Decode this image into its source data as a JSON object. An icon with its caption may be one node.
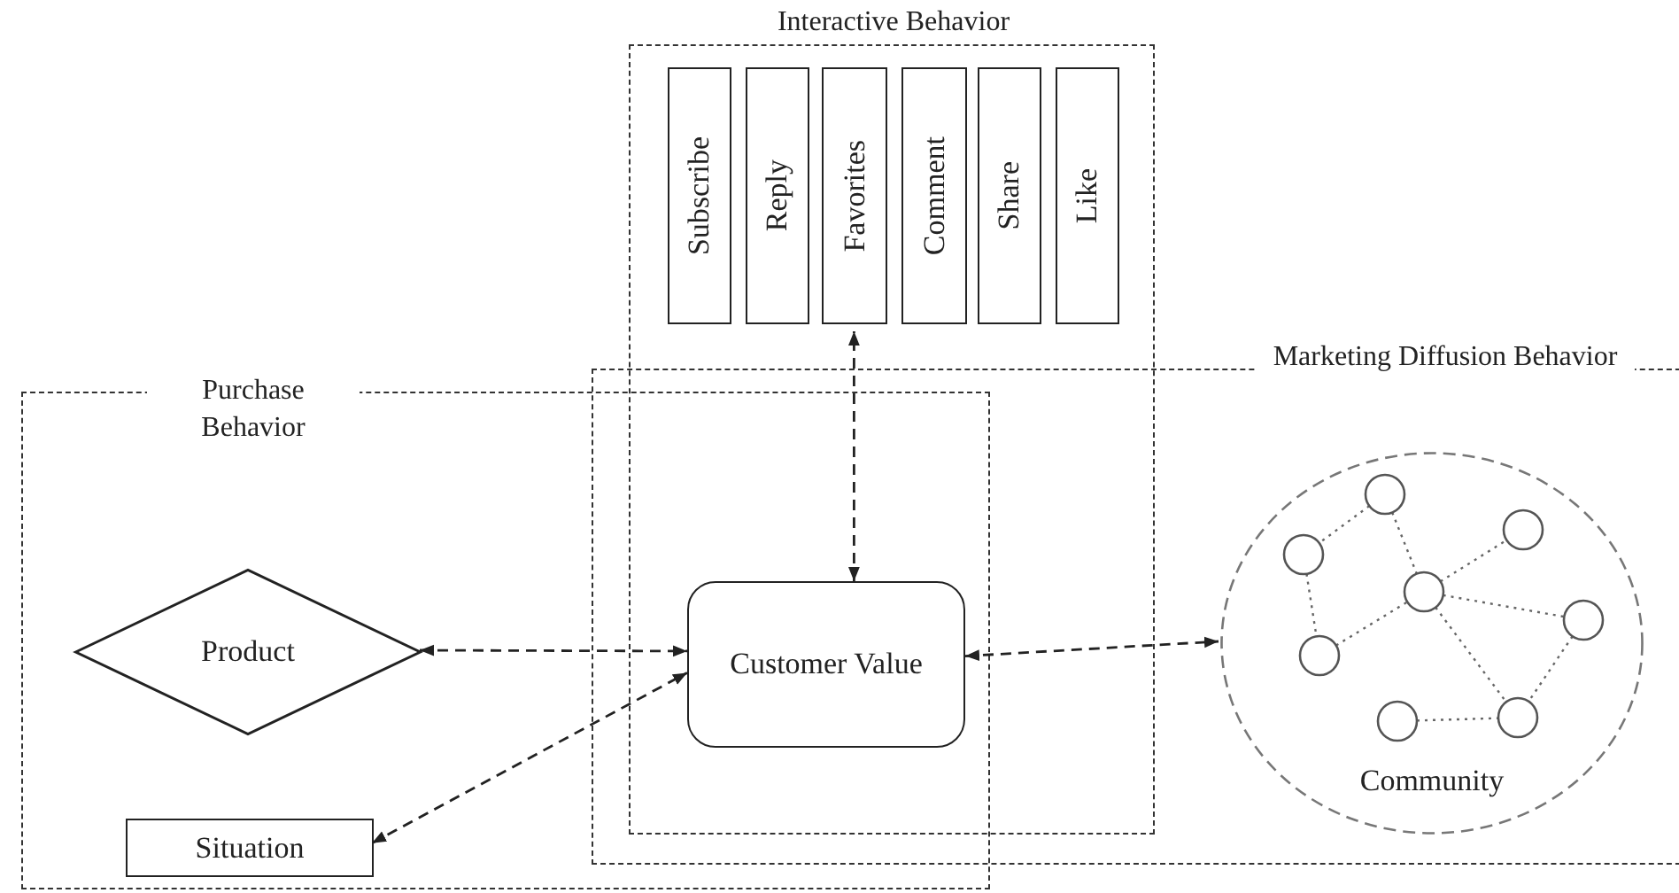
{
  "diagram": {
    "nodes": [
      {
        "text": [
          "Interactive Behavior"
        ]
      },
      {
        "text": [
          "Subscribe"
        ],
        "in": 0
      },
      {
        "text": [
          "Reply"
        ],
        "in": 0
      },
      {
        "text": [
          "Favorites"
        ],
        "in": 0
      },
      {
        "text": [
          "Comment"
        ],
        "in": 0
      },
      {
        "text": [
          "Share"
        ],
        "in": 0
      },
      {
        "text": [
          "Like"
        ],
        "in": 0
      },
      {
        "text": [
          "Purchase Behavior"
        ]
      },
      {
        "text": [
          "Marketing Diffusion Behavior"
        ]
      },
      {
        "text": [
          "Product"
        ],
        "in": 7
      },
      {
        "text": [
          "Customer Value"
        ]
      },
      {
        "text": [
          "Community"
        ],
        "in": 8
      },
      {
        "text": [
          "Situation"
        ],
        "in": 7
      }
    ],
    "edges": [
      {
        "from": 10,
        "to": 3,
        "arrow": "both",
        "style": "dashed"
      },
      {
        "from": 9,
        "to": 10,
        "arrow": "both",
        "style": "dashed"
      },
      {
        "from": 12,
        "to": 10,
        "arrow": "both",
        "style": "dashed"
      },
      {
        "from": 10,
        "to": 11,
        "arrow": "both",
        "style": "dashed"
      }
    ]
  }
}
